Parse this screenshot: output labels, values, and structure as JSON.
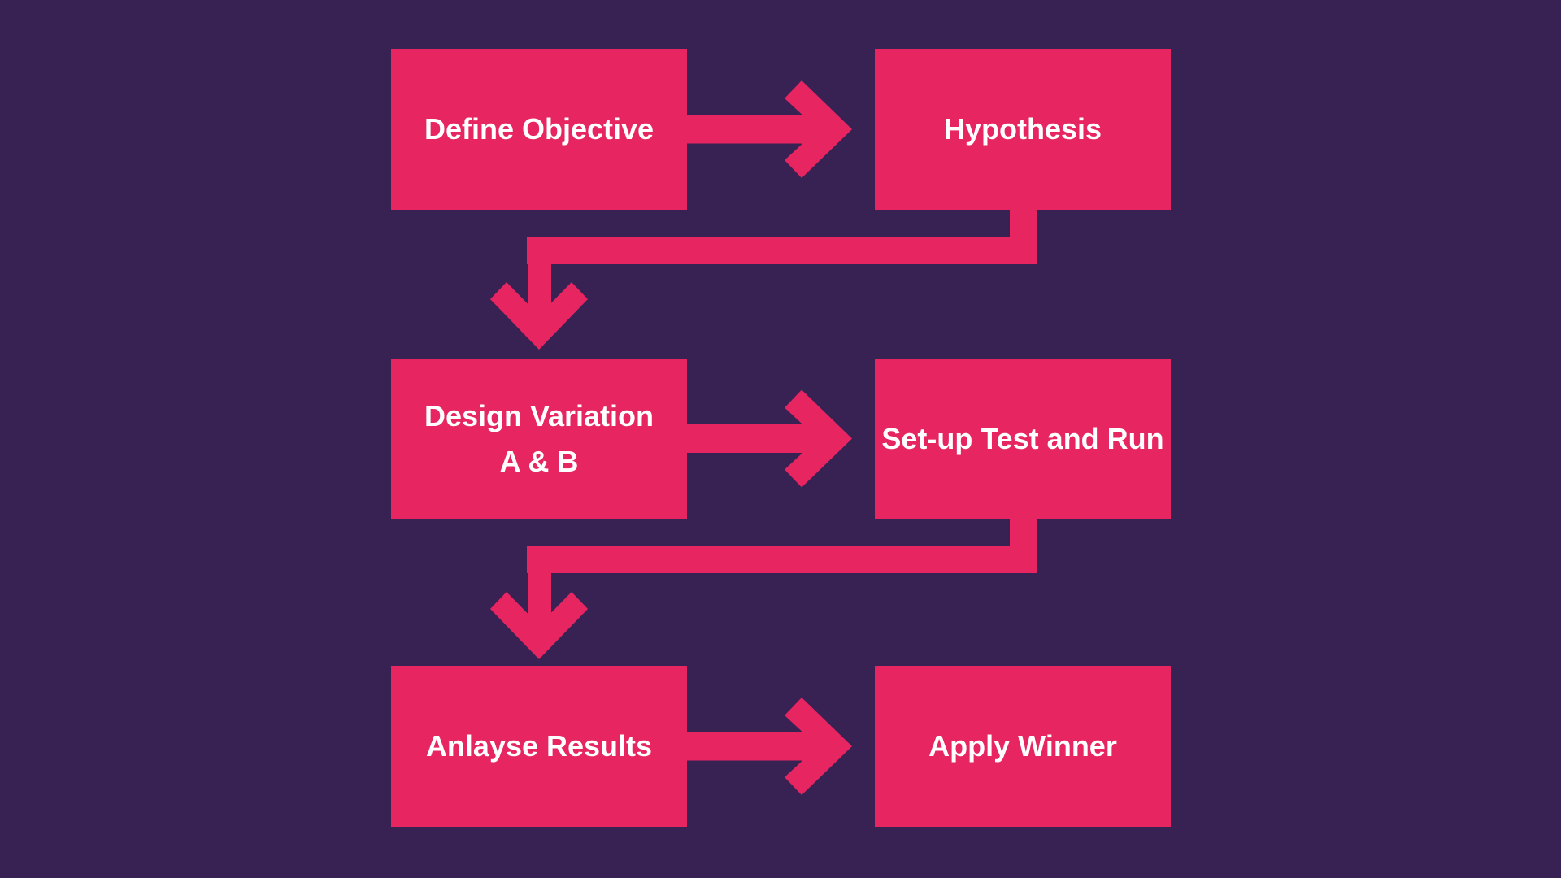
{
  "diagram": {
    "colors": {
      "background": "#382153",
      "shape": "#E62561",
      "text": "#FFFFFF"
    },
    "nodes": [
      {
        "id": "define-objective",
        "label": "Define Objective",
        "lines": [
          "Define Objective"
        ]
      },
      {
        "id": "hypothesis",
        "label": "Hypothesis",
        "lines": [
          "Hypothesis"
        ]
      },
      {
        "id": "design-variation",
        "label": "Design Variation A & B",
        "lines": [
          "Design Variation",
          "A & B"
        ]
      },
      {
        "id": "setup-test-run",
        "label": "Set-up Test and Run",
        "lines": [
          "Set-up Test and Run"
        ]
      },
      {
        "id": "analyse-results",
        "label": "Anlayse Results",
        "lines": [
          "Anlayse Results"
        ]
      },
      {
        "id": "apply-winner",
        "label": "Apply Winner",
        "lines": [
          "Apply Winner"
        ]
      }
    ],
    "connections": [
      {
        "from": "define-objective",
        "to": "hypothesis",
        "type": "arrow-right"
      },
      {
        "from": "hypothesis",
        "to": "design-variation",
        "type": "elbow-down"
      },
      {
        "from": "design-variation",
        "to": "setup-test-run",
        "type": "arrow-right"
      },
      {
        "from": "setup-test-run",
        "to": "analyse-results",
        "type": "elbow-down"
      },
      {
        "from": "analyse-results",
        "to": "apply-winner",
        "type": "arrow-right"
      }
    ]
  }
}
